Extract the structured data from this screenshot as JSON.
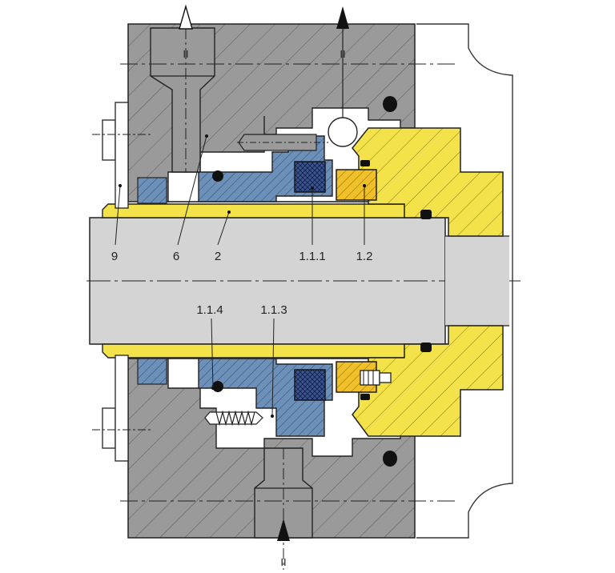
{
  "labels": {
    "housing_screw": "9",
    "flush_port": "6",
    "shaft_sleeve": "2",
    "seal_face": "1.1.1",
    "seat": "1.2",
    "o_ring": "1.1.4",
    "spring": "1.1.3"
  },
  "port_marks": {
    "top_left": "II",
    "top_right": "II",
    "bottom": "II"
  },
  "colors": {
    "housing": "#9a9a9a",
    "shaft": "#d4d4d4",
    "sleeve": "#f3e24a",
    "seal_face": "#6d90b8",
    "carbon": "#3a5590",
    "seat": "#f0c02a",
    "black": "#111111"
  }
}
